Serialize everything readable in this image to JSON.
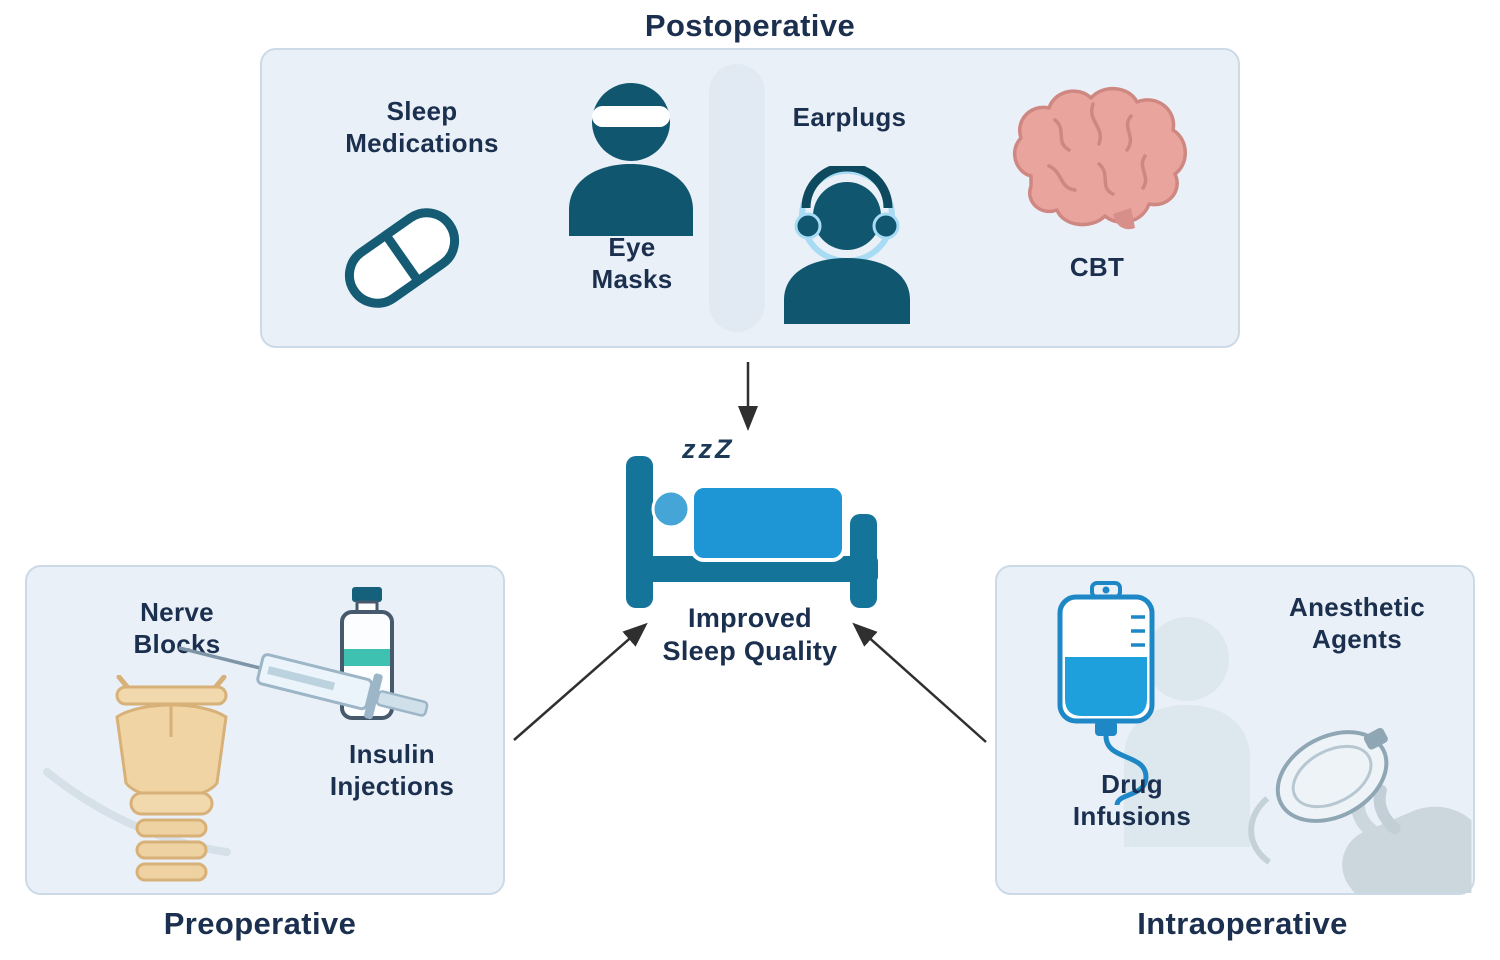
{
  "center": {
    "zzz": "zzZ",
    "label": "Improved\nSleep Quality",
    "icon": "bed-sleep-icon"
  },
  "postoperative": {
    "title": "Postoperative",
    "sleep_medications": "Sleep\nMedications",
    "eye_masks": "Eye\nMasks",
    "earplugs": "Earplugs",
    "cbt": "CBT",
    "icons": [
      "capsule-icon",
      "eye-mask-person-icon",
      "earplugs-person-icon",
      "brain-icon"
    ]
  },
  "preoperative": {
    "title": "Preoperative",
    "nerve_blocks": "Nerve\nBlocks",
    "insulin_injections": "Insulin\nInjections",
    "icons": [
      "larynx-icon",
      "syringe-icon",
      "vial-icon"
    ]
  },
  "intraoperative": {
    "title": "Intraoperative",
    "drug_infusions": "Drug\nInfusions",
    "anesthetic_agents": "Anesthetic\nAgents",
    "icons": [
      "iv-bag-icon",
      "anesthesia-mask-icon"
    ]
  },
  "colors": {
    "box_bg": "#eaf0f7",
    "box_border": "#ccd9e6",
    "text": "#1b2f4e",
    "icon_teal": "#10566f",
    "bed_frame_teal": "#15749a",
    "bed_blanket_blue": "#1e95d4",
    "brain_pink": "#e9a49e",
    "iv_blue": "#1e88c7",
    "larynx_tan": "#f0d4a4",
    "arrow": "#2f2f2f"
  }
}
